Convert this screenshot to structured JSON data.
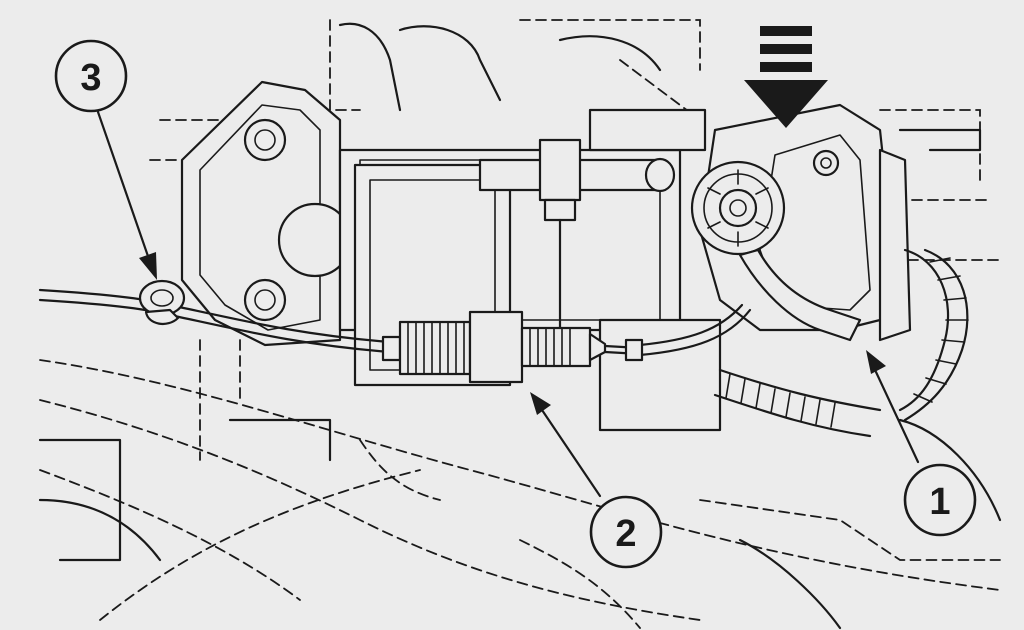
{
  "callouts": [
    {
      "id": "1",
      "label": "1"
    },
    {
      "id": "2",
      "label": "2"
    },
    {
      "id": "3",
      "label": "3"
    }
  ],
  "colors": {
    "background": "#ececec",
    "ink": "#1a1a1a"
  }
}
